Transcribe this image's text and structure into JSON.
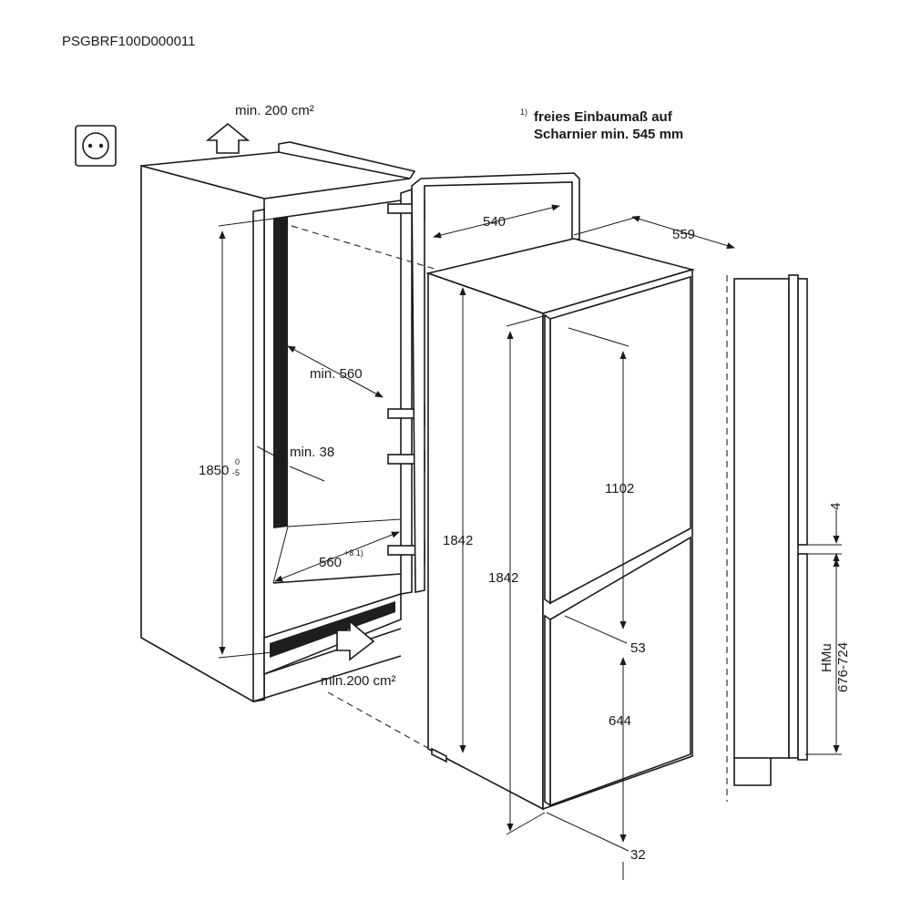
{
  "document": {
    "code": "PSGBRF100D000011"
  },
  "notes": {
    "footnote_line1": "freies Einbaumaß auf",
    "footnote_line2": "Scharnier min. 545 mm",
    "footnote_marker": "1)"
  },
  "ventilation": {
    "top_label": "min. 200 cm²",
    "bottom_label": "min.200 cm²"
  },
  "dimensions": {
    "niche_height": "1850",
    "niche_height_tol_upper": "0",
    "niche_height_tol_lower": "-5",
    "niche_depth": "min. 560",
    "side_gap": "min. 38",
    "niche_width": "560",
    "niche_width_sup": "+8 1)",
    "appliance_width": "540",
    "appliance_depth": "559",
    "appliance_height_side": "1842",
    "appliance_height_front": "1842",
    "upper_door": "1102",
    "door_gap": "53",
    "lower_door": "644",
    "bottom_offset": "32",
    "panel_gap": "4",
    "hmu_label": "HMu",
    "hmu_range": "676-724"
  },
  "icons": {
    "socket": "power-socket-icon",
    "vent_top": "vent-arrow-up-icon",
    "vent_bottom": "vent-arrow-in-icon"
  }
}
